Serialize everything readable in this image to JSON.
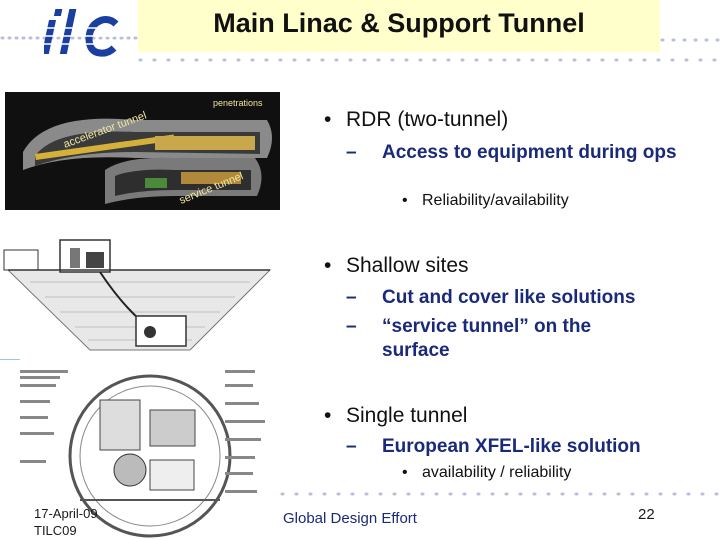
{
  "title": "Main Linac & Support Tunnel",
  "logo_text": "ilc",
  "bullets": [
    {
      "text": "RDR (two-tunnel)",
      "sub": [
        {
          "text": "Access to equipment during ops",
          "sub": [
            {
              "text": "Reliability/availability"
            }
          ]
        }
      ]
    },
    {
      "text": "Shallow sites",
      "sub": [
        {
          "text": "Cut and cover like solutions"
        },
        {
          "text": "“service tunnel” on the surface"
        }
      ]
    },
    {
      "text": "Single tunnel",
      "sub": [
        {
          "text": "European XFEL-like solution",
          "sub": [
            {
              "text": "availability / reliability"
            }
          ]
        }
      ]
    }
  ],
  "tunnel_image": {
    "penetrations": "penetrations",
    "accelerator": "accelerator tunnel",
    "service": "service tunnel"
  },
  "footer": {
    "date": "17-April-09",
    "event": "TILC09",
    "center": "Global Design Effort",
    "page": "22"
  },
  "colors": {
    "title_bg": "#ffffcc",
    "logo_blue": "#1a3fa0",
    "accent_text": "#1a2a7a",
    "dots": "#b8bfd9"
  }
}
